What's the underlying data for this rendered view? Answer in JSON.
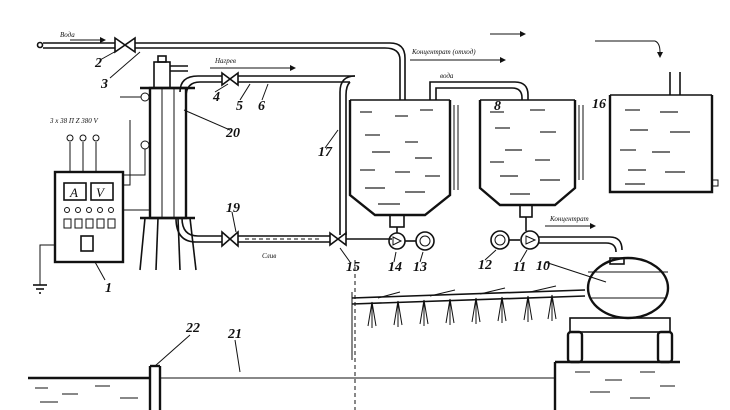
{
  "flow_labels": {
    "water_inlet": "Вода",
    "heating": "Нагрев",
    "concentrate_top": "Концентрат (отход)",
    "water_small": "вода",
    "drain": "Слив",
    "concentrate_bottom": "Концентрат"
  },
  "power_label": "3 x 38 П Z 380 V",
  "panel_meters": [
    "A",
    "V"
  ],
  "callouts": {
    "n1": "1",
    "n2": "2",
    "n3": "3",
    "n4": "4",
    "n5": "5",
    "n6": "6",
    "n8": "8",
    "n10": "10",
    "n11": "11",
    "n12": "12",
    "n13": "13",
    "n14": "14",
    "n15": "15",
    "n16": "16",
    "n17": "17",
    "n19": "19",
    "n20": "20",
    "n21": "21",
    "n22": "22"
  }
}
